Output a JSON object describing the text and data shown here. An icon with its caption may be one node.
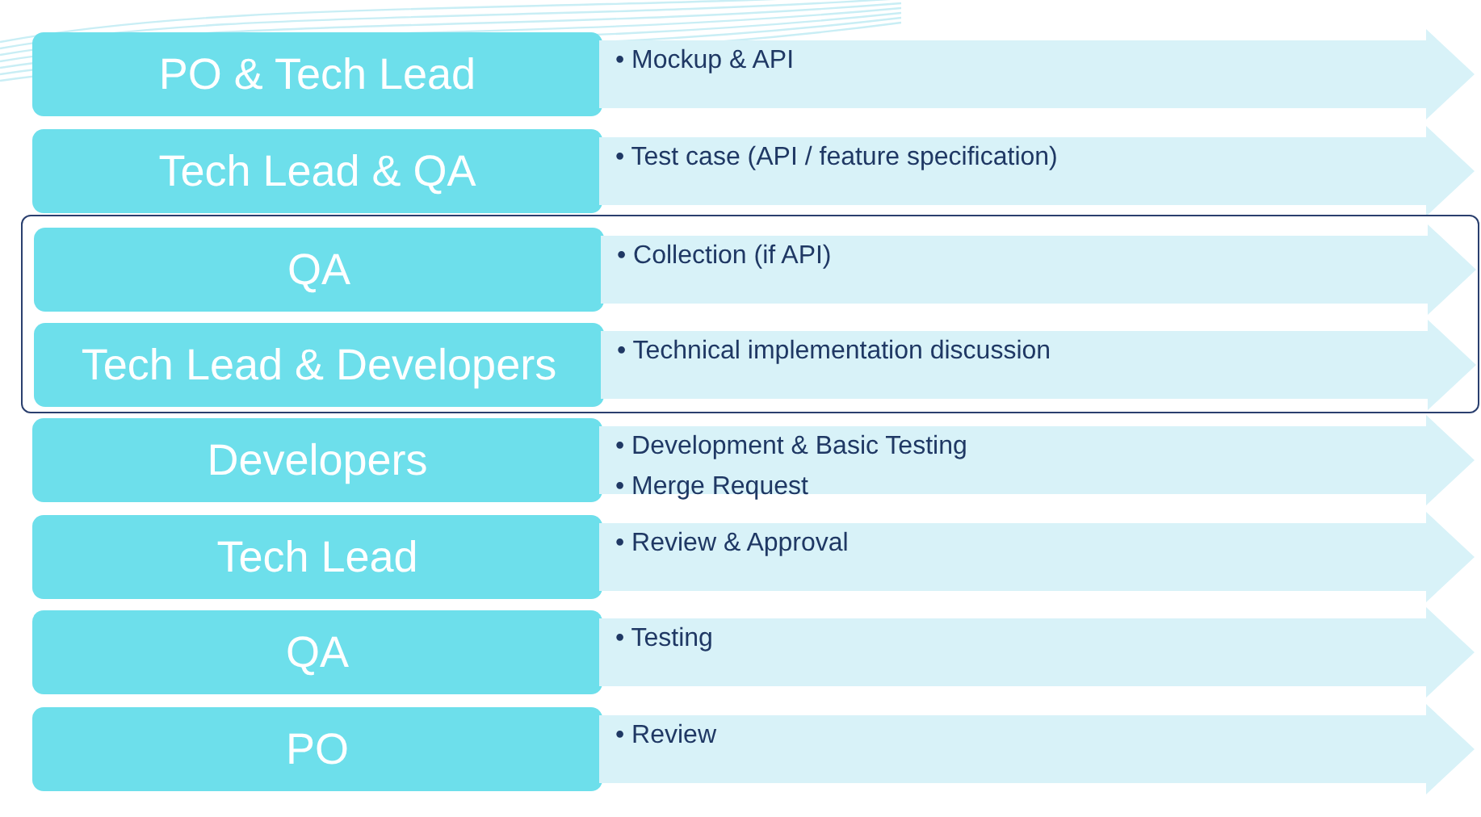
{
  "diagram": {
    "nodes": [
      {
        "text": [
          "PO & Tech Lead"
        ]
      },
      {
        "text": [
          "• Mockup & API"
        ]
      },
      {
        "text": [
          "Tech Lead & QA"
        ]
      },
      {
        "text": [
          "• Test case (API / feature specification)"
        ]
      },
      {
        "text": [],
        "shape": "box"
      },
      {
        "text": [
          "QA"
        ],
        "in": 4
      },
      {
        "text": [
          "• Collection (if API)"
        ],
        "in": 4
      },
      {
        "text": [
          "Tech Lead & Developers"
        ],
        "in": 4
      },
      {
        "text": [
          "• Technical implementation discussion"
        ],
        "in": 4
      },
      {
        "text": [
          "Developers"
        ]
      },
      {
        "text": [
          "• Development & Basic Testing",
          "• Merge Request"
        ]
      },
      {
        "text": [
          "Tech Lead"
        ]
      },
      {
        "text": [
          "• Review & Approval"
        ]
      },
      {
        "text": [
          "QA"
        ]
      },
      {
        "text": [
          "• Testing"
        ]
      },
      {
        "text": [
          "PO"
        ]
      },
      {
        "text": [
          "• Review"
        ]
      }
    ]
  }
}
